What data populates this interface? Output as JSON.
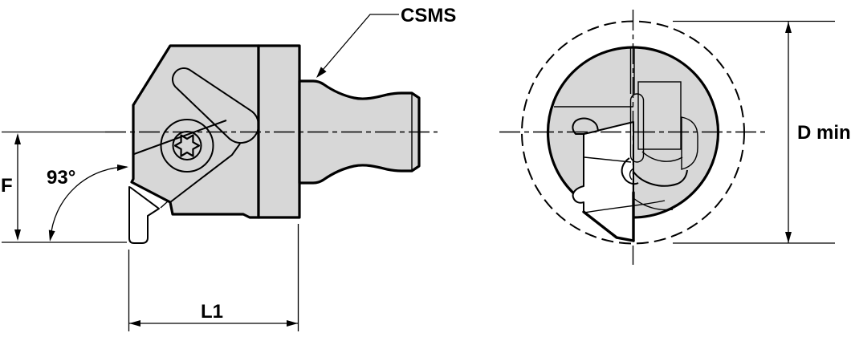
{
  "labels": {
    "coupling": "CSMS",
    "lead_angle": "93°",
    "height_dim": "F",
    "length_dim": "L1",
    "min_diameter_dim": "D min"
  },
  "colors": {
    "body-fill": "#d7d7d7",
    "line": "#000000",
    "background": "#ffffff"
  }
}
